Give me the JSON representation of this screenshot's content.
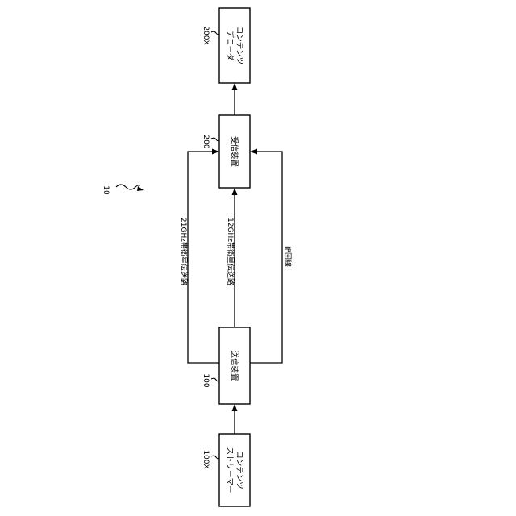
{
  "system": {
    "ref": "10"
  },
  "nodes": {
    "content_streamer": {
      "ref": "100X",
      "line1": "コンテンツ",
      "line2": "ストリーマー"
    },
    "transmitter": {
      "ref": "100",
      "label": "送信装置"
    },
    "receiver": {
      "ref": "200",
      "label": "受信装置"
    },
    "content_decoder": {
      "ref": "200X",
      "line1": "コンテンツ",
      "line2": "デコーダ"
    }
  },
  "links": {
    "sat21": "21GHz帯衛星伝送路",
    "sat12": "12GHz帯衛星伝送路",
    "ip": "IP回線"
  }
}
